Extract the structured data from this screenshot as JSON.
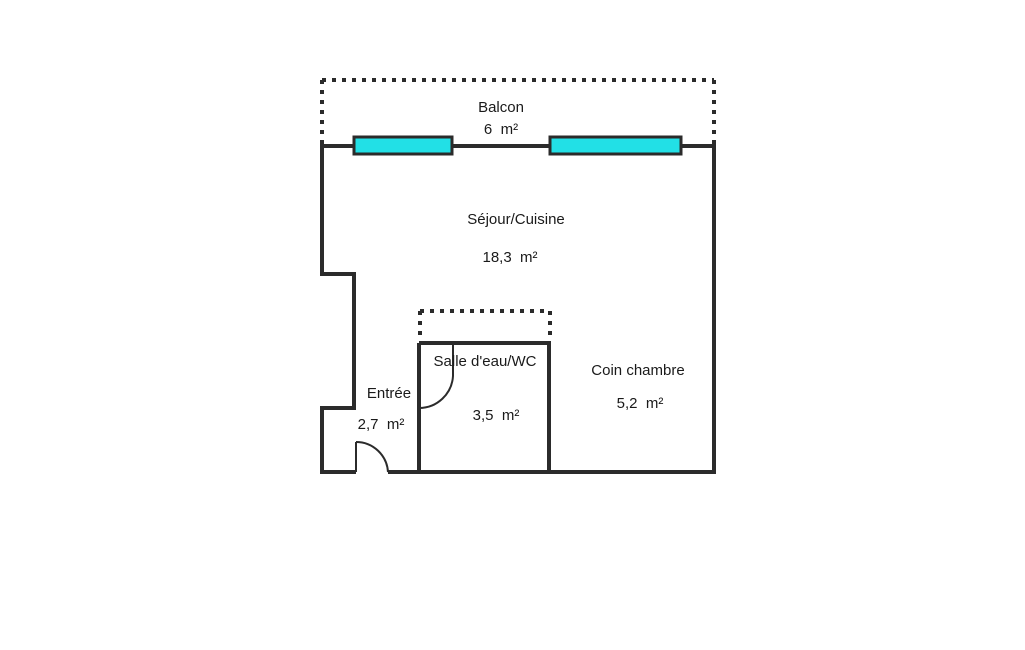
{
  "colors": {
    "wall": "#2b2b2b",
    "window": "#22e0e6",
    "background": "#ffffff"
  },
  "rooms": {
    "balcon": {
      "name": "Balcon",
      "area": "6  m²"
    },
    "sejour": {
      "name": "Séjour/Cuisine",
      "area": "18,3  m²"
    },
    "salle": {
      "name": "Salle d'eau/WC",
      "area": "3,5  m²"
    },
    "chambre": {
      "name": "Coin chambre",
      "area": "5,2  m²"
    },
    "entree": {
      "name": "Entrée",
      "area": "2,7  m²"
    }
  }
}
